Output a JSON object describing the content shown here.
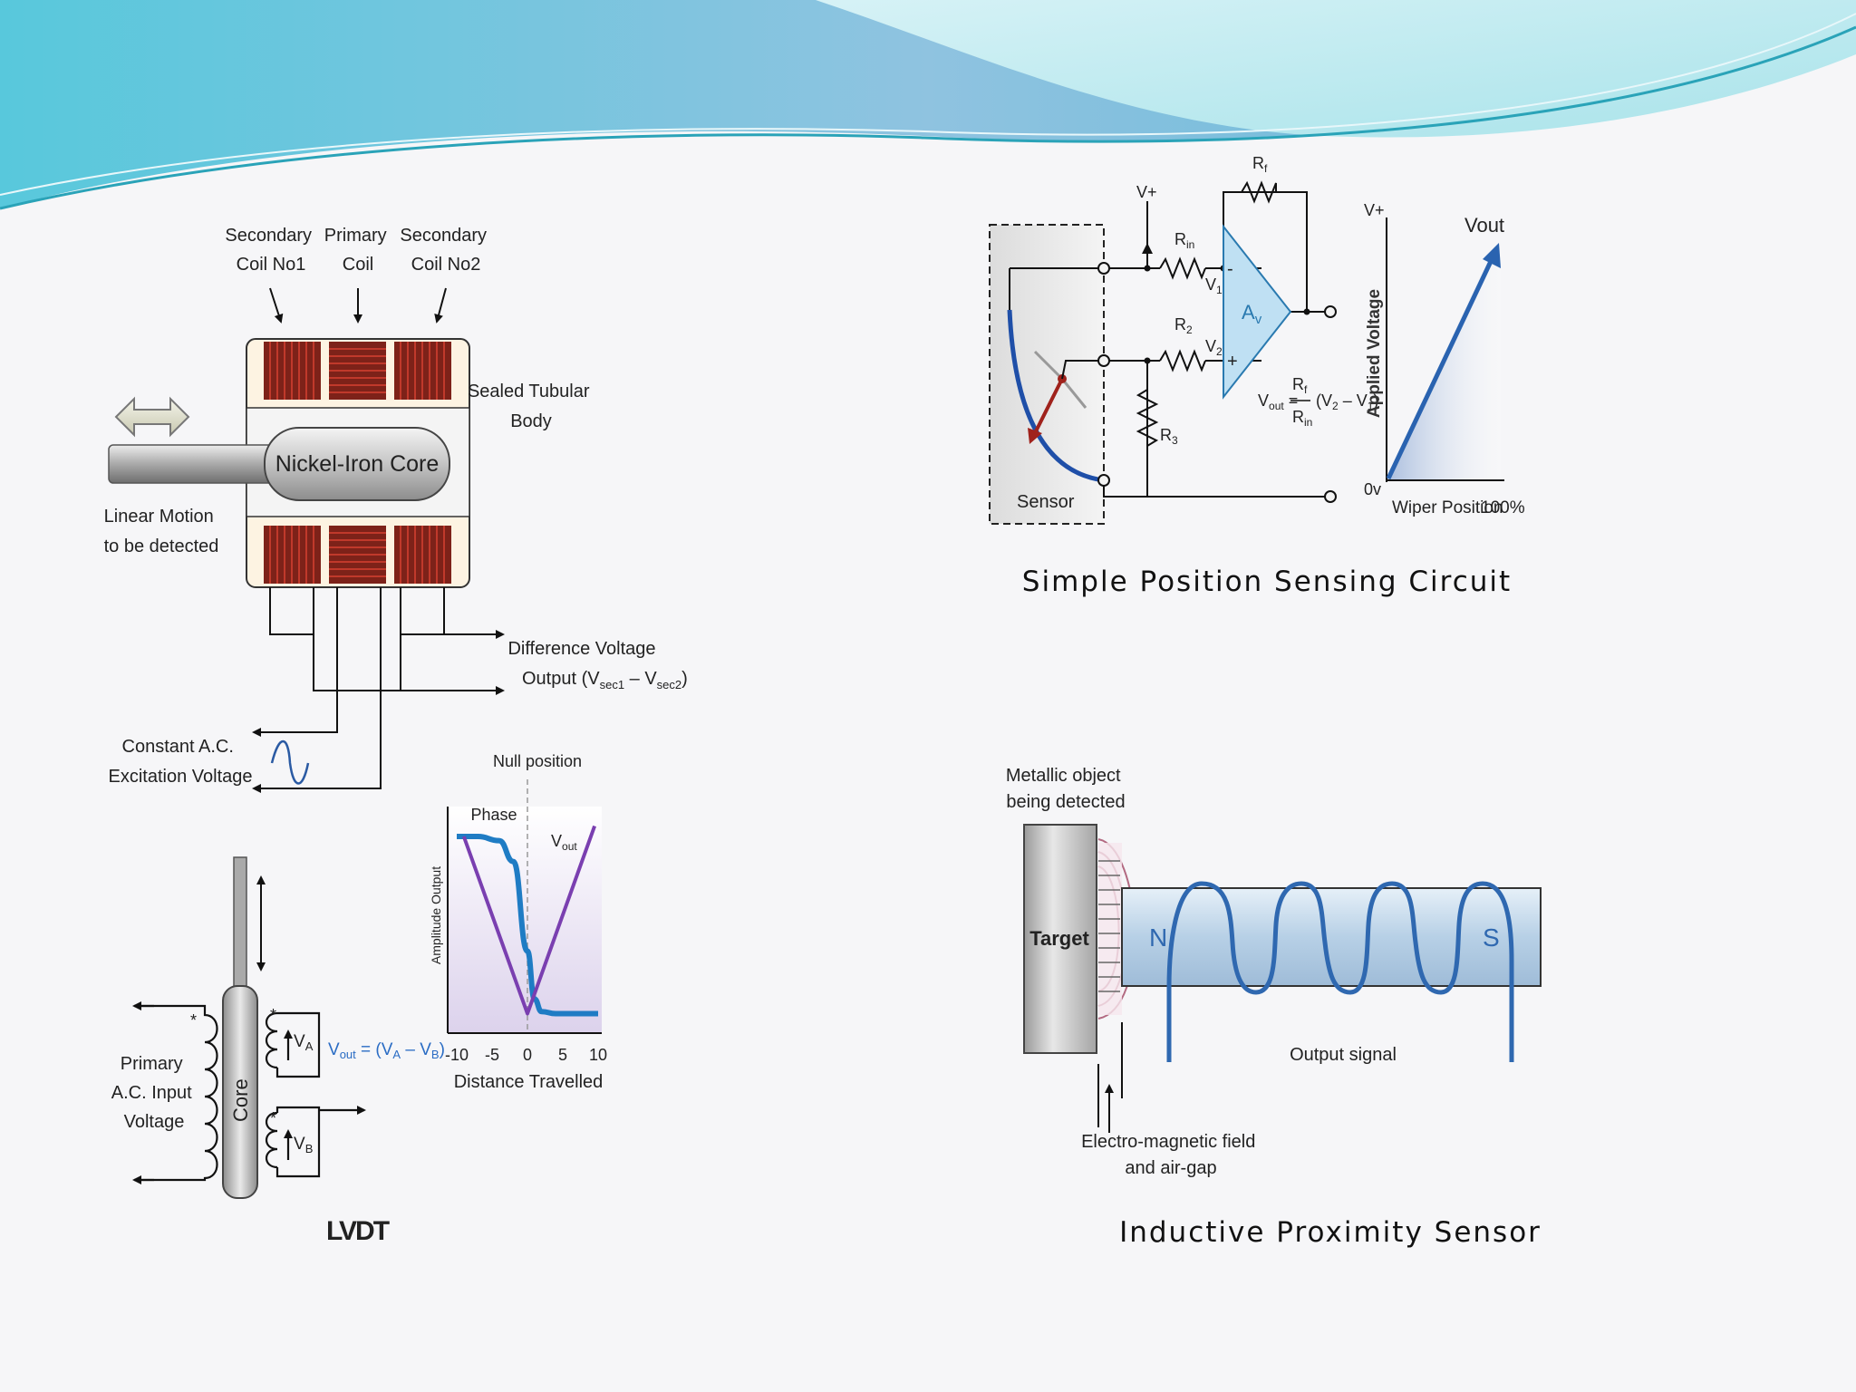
{
  "lvdt": {
    "labels": {
      "secondary1": [
        "Secondary",
        "Coil No1"
      ],
      "primary": [
        "Primary",
        "Coil"
      ],
      "secondary2": [
        "Secondary",
        "Coil No2"
      ],
      "body": [
        "Sealed Tubular",
        "Body"
      ],
      "core": "Nickel-Iron Core",
      "motion": [
        "Linear Motion",
        "to be detected"
      ],
      "diff": [
        "Difference Voltage",
        "Output (V",
        "sec1",
        " – V",
        "sec2",
        ")"
      ],
      "excitation": [
        "Constant A.C.",
        "Excitation Voltage"
      ]
    },
    "schematic": {
      "core": "Core",
      "primary": [
        "Primary",
        "A.C. Input",
        "Voltage"
      ],
      "va": [
        "V",
        "A"
      ],
      "vb": [
        "V",
        "B"
      ],
      "vout": [
        "V",
        "out",
        " = (V",
        "A",
        " – V",
        "B",
        ")"
      ],
      "star": "*"
    },
    "caption": "LVDT"
  },
  "chart_data": {
    "type": "line",
    "title": "",
    "xlabel": "Distance Travelled",
    "ylabel": "Amplitude Output",
    "x_ticks": [
      "-10",
      "-5",
      "0",
      "5",
      "10"
    ],
    "xlim": [
      -10,
      10
    ],
    "annotations": [
      "Null position",
      "Phase"
    ],
    "vout_label": [
      "V",
      "out"
    ],
    "series": [
      {
        "name": "Phase",
        "color": "#1f7cc4",
        "x": [
          -10,
          -7,
          -4,
          -2,
          0,
          1,
          2,
          4,
          6,
          10
        ],
        "y": [
          0.9,
          0.9,
          0.88,
          0.78,
          0.35,
          0.12,
          0.06,
          0.05,
          0.05,
          0.05
        ]
      },
      {
        "name": "Vout",
        "color": "#7a3fb0",
        "x": [
          -9,
          0,
          9.5
        ],
        "y": [
          0.9,
          0.05,
          0.95
        ]
      }
    ]
  },
  "position_circuit": {
    "labels": {
      "vplus": "V+",
      "rf": [
        "R",
        "f"
      ],
      "rin": [
        "R",
        "in"
      ],
      "v1": [
        "V",
        "1"
      ],
      "r2": [
        "R",
        "2"
      ],
      "v2": [
        "V",
        "2"
      ],
      "r3": [
        "R",
        "3"
      ],
      "av": [
        "A",
        "v"
      ],
      "formula_left": [
        "V",
        "out",
        " ="
      ],
      "formula_num": [
        "R",
        "f"
      ],
      "formula_den": [
        "R",
        "in"
      ],
      "formula_right": [
        "(V",
        "2",
        " – V",
        "1",
        ")"
      ],
      "minus": "-",
      "plus": "+",
      "sensor": "Sensor",
      "graph_vplus": "V+",
      "graph_zero": "0v",
      "graph_ylabel": "Applied Voltage",
      "graph_vout": "Vout",
      "graph_xlabel": "Wiper Position",
      "graph_xmax": "100%"
    },
    "caption": "Simple Position Sensing Circuit"
  },
  "proximity": {
    "labels": {
      "metallic": [
        "Metallic object",
        "being detected"
      ],
      "target": "Target",
      "n": "N",
      "s": "S",
      "output": "Output signal",
      "field": [
        "Electro-magnetic field",
        "and air-gap"
      ]
    },
    "caption": "Inductive Proximity Sensor"
  },
  "colors": {
    "coil": "#7d2219",
    "coil_stripe": "#c0392b",
    "body_fill": "#fdf3e2",
    "wave_blue": "#2a5aa3",
    "coil_wire": "#2f68b0",
    "accent_blue": "#1f7cc4",
    "purple": "#7a3fb0"
  }
}
